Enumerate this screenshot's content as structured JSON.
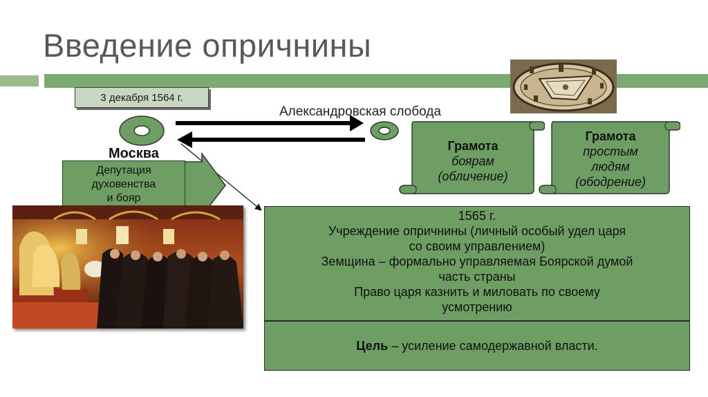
{
  "slide": {
    "title": "Введение опричнины",
    "date": "3 декабря 1564 г.",
    "places": {
      "moscow": "Москва",
      "alexandrov": "Александровская слобода"
    },
    "deputation": {
      "line1": "Депутация",
      "line2": "духовенства",
      "line3": "и бояр"
    },
    "scroll_boyars": {
      "title": "Грамота",
      "line1": "боярам",
      "line2": "(обличение)"
    },
    "scroll_people": {
      "title": "Грамота",
      "line1": "простым",
      "line2": "людям",
      "line3": "(ободрение)"
    },
    "main_box": {
      "year": "1565 г.",
      "line1": "Учреждение опричнины (личный особый удел царя",
      "line2": "со своим управлением)",
      "line3": "Земщина – формально управляемая Боярской думой",
      "line4": "часть страны",
      "line5": "Право царя казнить и миловать по своему",
      "line6": "усмотрению"
    },
    "goal": {
      "label": "Цель",
      "text": " – усиление самодержавной власти."
    }
  },
  "colors": {
    "accent_green": "#7daa74",
    "box_green": "#6e9e63",
    "title_gray": "#595959"
  }
}
